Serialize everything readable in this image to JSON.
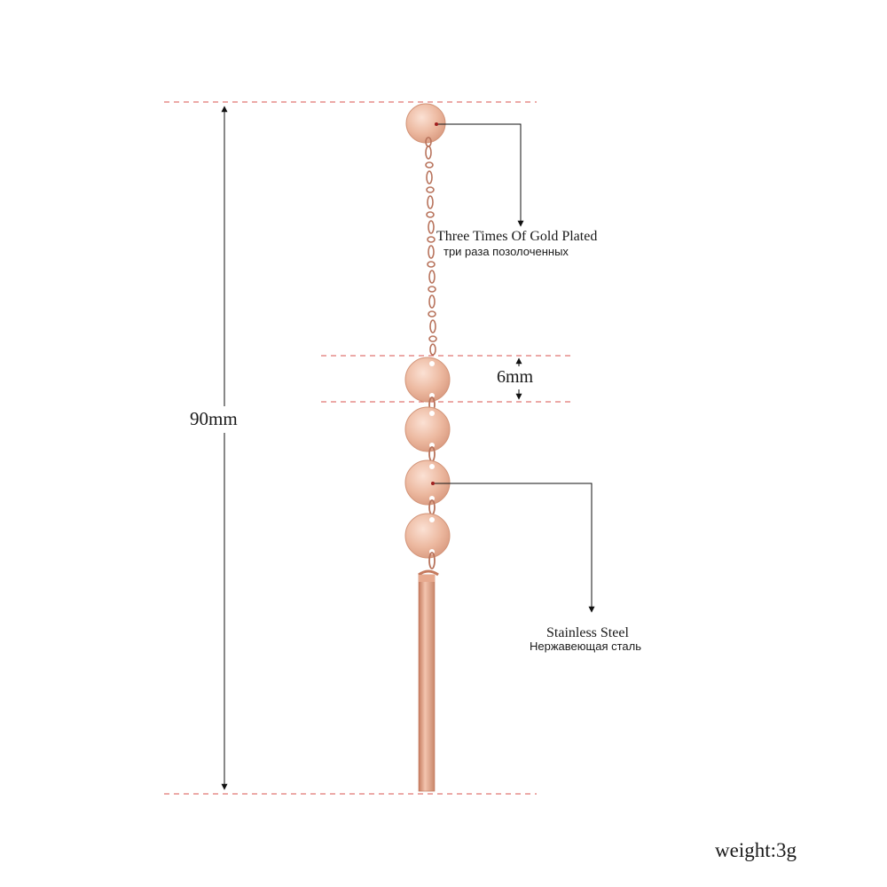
{
  "dimensions": {
    "total_length": "90mm",
    "disc_diameter": "6mm"
  },
  "callouts": {
    "plating_en": "Three Times Of Gold Plated",
    "plating_ru": "три раза позолоченных",
    "material_en": "Stainless Steel",
    "material_ru": "Нержавеющая сталь"
  },
  "weight": "weight:3g",
  "colors": {
    "guide_line": "#d9534f",
    "metal": "#e8b39c",
    "metal_shadow": "#c9876b",
    "chain": "#b8735c",
    "arrow": "#111111"
  }
}
